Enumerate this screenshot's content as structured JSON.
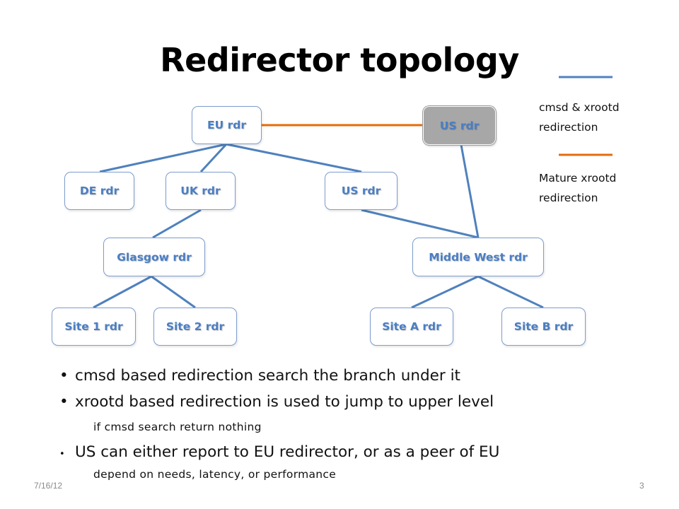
{
  "slide": {
    "title": "Redirector topology",
    "date": "7/16/12",
    "page_number": "3"
  },
  "legend": {
    "items": [
      {
        "color": "#4f81bd",
        "label_line1": "cmsd & xrootd",
        "label_line2": "redirection"
      },
      {
        "color": "#e46c0a",
        "label_line1": "Mature xrootd",
        "label_line2": "redirection"
      }
    ]
  },
  "diagram": {
    "nodes": {
      "eu": "EU rdr",
      "us_peer": "US rdr",
      "de": "DE rdr",
      "uk": "UK rdr",
      "us": "US rdr",
      "glasgow": "Glasgow rdr",
      "middle_west": "Middle West rdr",
      "site1": "Site 1 rdr",
      "site2": "Site 2 rdr",
      "siteA": "Site A rdr",
      "siteB": "Site B rdr"
    },
    "edge_color": "#4f81bd",
    "peer_edge_color": "#e46c0a"
  },
  "bullets": [
    {
      "text": "cmsd based redirection search the branch under it",
      "sub": ""
    },
    {
      "text": "xrootd based redirection is used to jump to upper level",
      "sub": "if cmsd search return nothing"
    },
    {
      "text": "US can either report to EU redirector, or as a peer of EU",
      "sub": "depend on needs, latency, or performance"
    }
  ]
}
